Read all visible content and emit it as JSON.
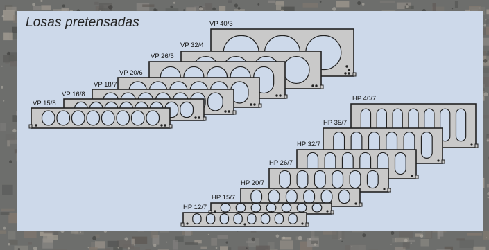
{
  "title": "Losas pretensadas",
  "vp_slabs": [
    {
      "label": "VP 40/3"
    },
    {
      "label": "VP 32/4"
    },
    {
      "label": "VP 26/5"
    },
    {
      "label": "VP 20/6"
    },
    {
      "label": "VP 18/7"
    },
    {
      "label": "VP 16/8"
    },
    {
      "label": "VP 15/8"
    }
  ],
  "hp_slabs": [
    {
      "label": "HP 40/7"
    },
    {
      "label": "HP 35/7"
    },
    {
      "label": "HP 32/7"
    },
    {
      "label": "HP 26/7"
    },
    {
      "label": "HP 20/7"
    },
    {
      "label": "HP 15/7"
    },
    {
      "label": "HP 12/7"
    }
  ],
  "colors": {
    "panel": "#cdd9ea",
    "concrete": "#c9c9c9",
    "outline": "#222222"
  }
}
